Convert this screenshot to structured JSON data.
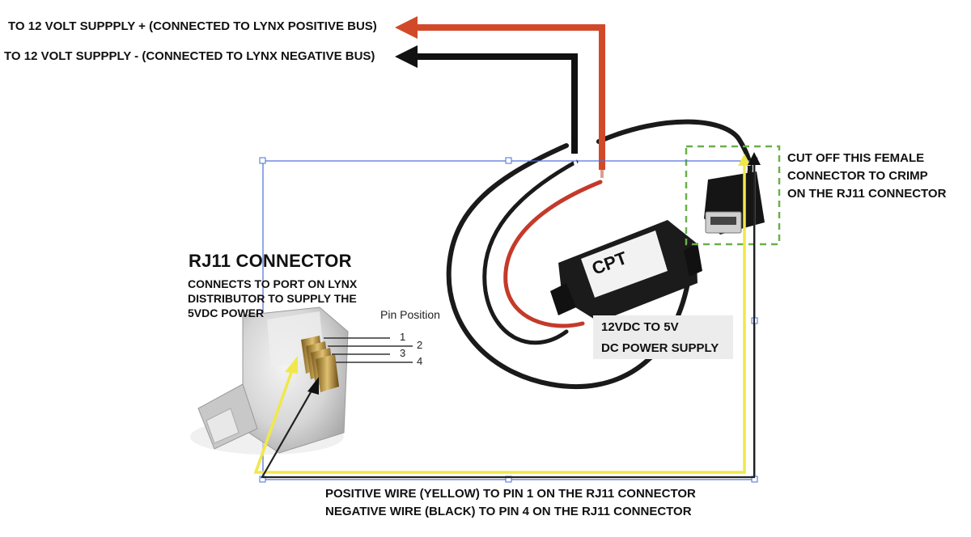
{
  "labels": {
    "positive_bus": "TO 12 VOLT SUPPPLY + (CONNECTED TO LYNX POSITIVE BUS)",
    "negative_bus": "TO 12 VOLT SUPPPLY - (CONNECTED TO LYNX NEGATIVE BUS)",
    "cut_off_line1": "CUT OFF THIS FEMALE",
    "cut_off_line2": "CONNECTOR TO CRIMP",
    "cut_off_line3": "ON THE RJ11 CONNECTOR",
    "rj11_title": "RJ11 CONNECTOR",
    "rj11_desc_line1": "CONNECTS TO PORT ON LYNX",
    "rj11_desc_line2": "DISTRIBUTOR TO SUPPLY THE",
    "rj11_desc_line3": "5VDC POWER",
    "pin_position": "Pin Position",
    "power_supply_line1": "12VDC TO 5V",
    "power_supply_line2": "DC POWER SUPPLY",
    "bottom_line1": "POSITIVE WIRE (YELLOW) TO PIN 1 ON THE RJ11 CONNECTOR",
    "bottom_line2": "NEGATIVE WIRE (BLACK) TO PIN 4 ON THE RJ11 CONNECTOR",
    "converter_brand": "CPT"
  },
  "pins": [
    "1",
    "2",
    "3",
    "4"
  ],
  "colors": {
    "positive_wire": "#d2492a",
    "negative_wire": "#111111",
    "yellow_wire": "#f0e84a",
    "selection_box": "#4a6fd8",
    "dashed_box": "#6ab04c"
  }
}
